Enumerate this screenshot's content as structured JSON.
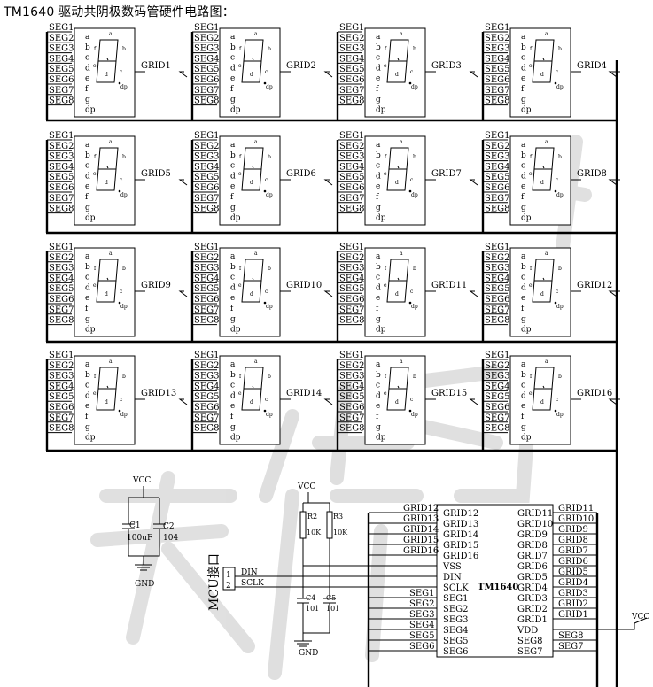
{
  "title": "TM1640 驱动共阴极数码管硬件电路图：",
  "segments": [
    "SEG1",
    "SEG2",
    "SEG3",
    "SEG4",
    "SEG5",
    "SEG6",
    "SEG7",
    "SEG8"
  ],
  "display_pins": [
    "a",
    "b",
    "c",
    "d",
    "e",
    "f",
    "g",
    "dp"
  ],
  "digit_labels": {
    "a": "a",
    "b": "b",
    "c": "c",
    "d": "d",
    "dp": "dp",
    "e": "e",
    "f": "f"
  },
  "grids": [
    "GRID1",
    "GRID2",
    "GRID3",
    "GRID4",
    "GRID5",
    "GRID6",
    "GRID7",
    "GRID8",
    "GRID9",
    "GRID10",
    "GRID11",
    "GRID12",
    "GRID13",
    "GRID14",
    "GRID15",
    "GRID16"
  ],
  "chip": {
    "name": "TM1640",
    "left_pins": [
      "GRID12",
      "GRID13",
      "GRID14",
      "GRID15",
      "GRID16",
      "VSS",
      "DIN",
      "SCLK",
      "SEG1",
      "SEG2",
      "SEG3",
      "SEG4",
      "SEG5",
      "SEG6"
    ],
    "right_pins": [
      "GRID11",
      "GRID10",
      "GRID9",
      "GRID8",
      "GRID7",
      "GRID6",
      "GRID5",
      "GRID4",
      "GRID3",
      "GRID2",
      "GRID1",
      "VDD",
      "SEG8",
      "SEG7"
    ],
    "left_nets": [
      "GRID12",
      "GRID13",
      "GRID14",
      "GRID15",
      "GRID16",
      "",
      "",
      "",
      "SEG1",
      "SEG2",
      "SEG3",
      "SEG4",
      "SEG5",
      "SEG6"
    ],
    "right_nets": [
      "GRID11",
      "GRID10",
      "GRID9",
      "GRID8",
      "GRID7",
      "GRID6",
      "GRID5",
      "GRID4",
      "GRID3",
      "GRID2",
      "GRID1",
      "",
      "SEG8",
      "SEG7"
    ]
  },
  "power": {
    "vcc_1": "VCC",
    "vcc_2": "VCC",
    "vcc_3": "VCC",
    "gnd_1": "GND",
    "gnd_2": "GND"
  },
  "caps": {
    "c1_name": "C1",
    "c1_value": "100uF",
    "c2_name": "C2",
    "c2_value": "104",
    "c4_name": "C4",
    "c4_value": "101",
    "c5_name": "C5",
    "c5_value": "101"
  },
  "resistors": {
    "r2_name": "R2",
    "r2_value": "10K",
    "r3_name": "R3",
    "r3_value": "10K"
  },
  "mcu": {
    "label": "MCU接口",
    "pin1": "1",
    "pin2": "2",
    "net1": "DIN",
    "net2": "SCLK"
  }
}
